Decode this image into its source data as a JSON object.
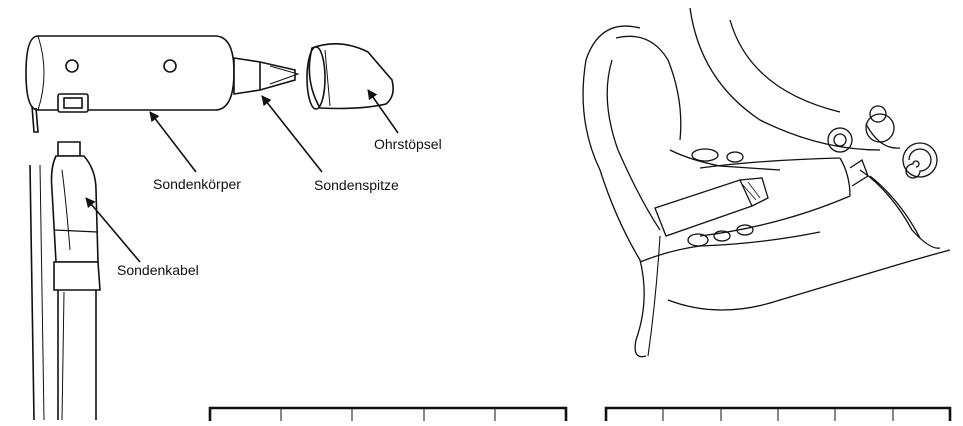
{
  "probe_labels": {
    "earplug": "Ohrstöpsel",
    "probe_body": "Sondenkörper",
    "probe_tip": "Sondenspitze",
    "probe_cable": "Sondenkabel"
  },
  "table_left": {
    "columns": 5
  },
  "table_right": {
    "columns": 6
  },
  "colors": {
    "line": "#111111",
    "background": "#ffffff"
  }
}
